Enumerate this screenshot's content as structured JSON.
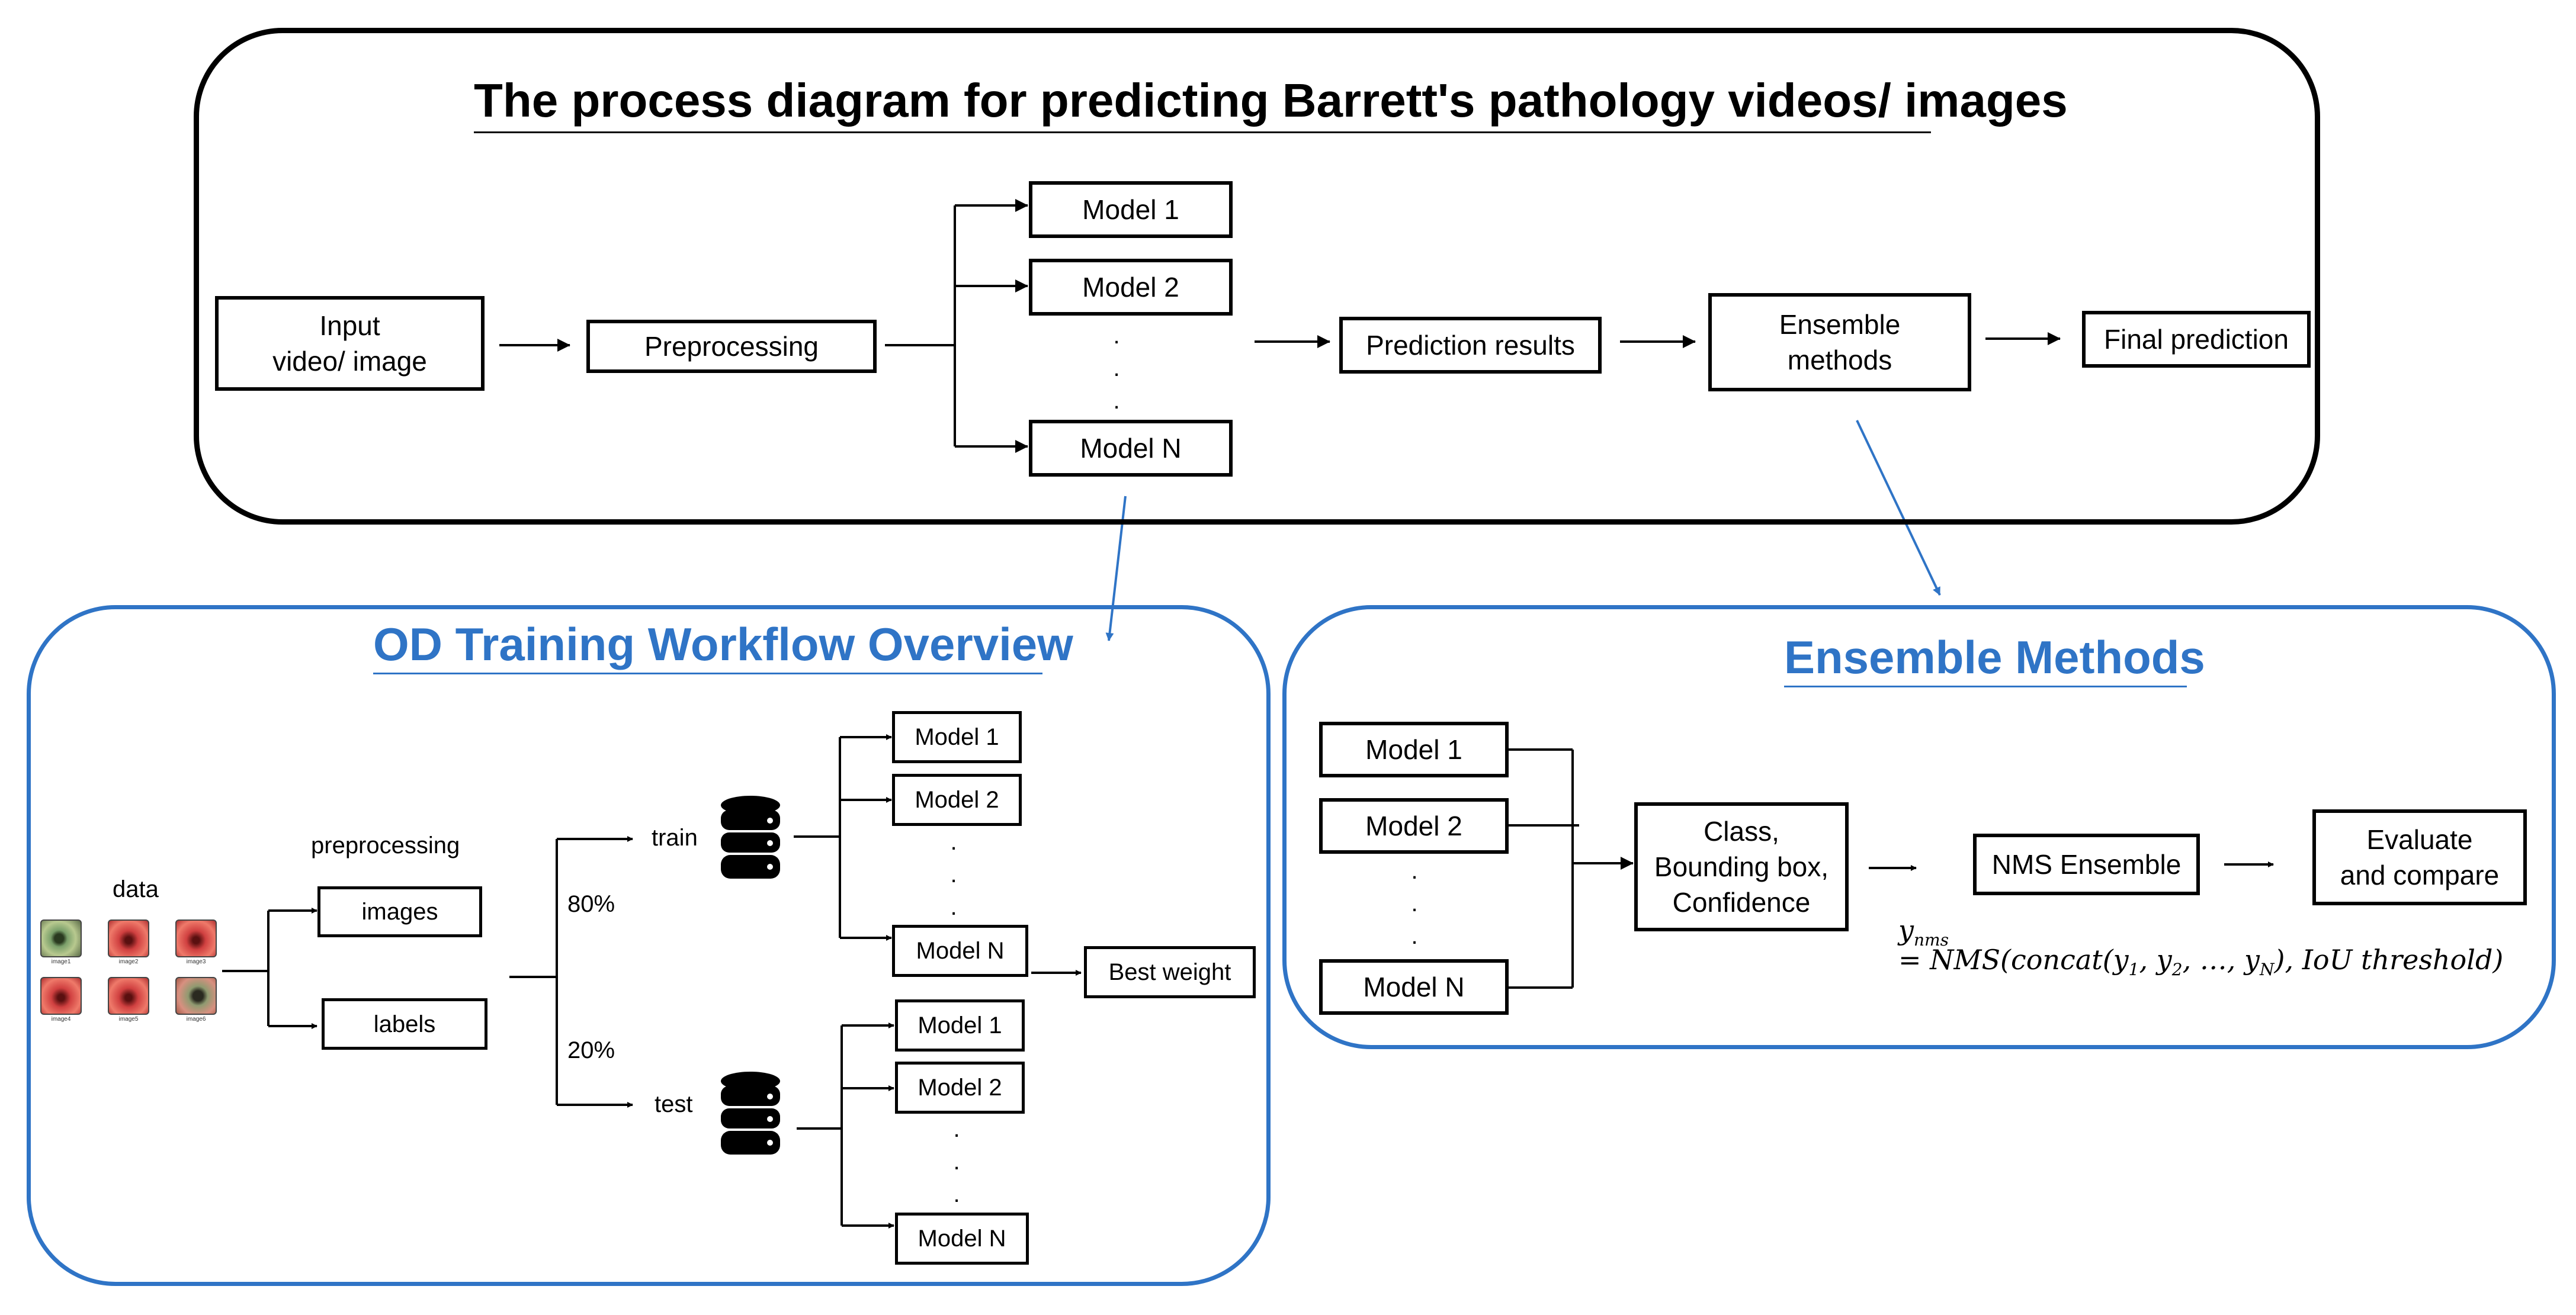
{
  "main_title": "The process diagram for predicting Barrett's pathology videos/ images",
  "pipeline": {
    "input": "Input\nvideo/ image",
    "preprocessing": "Preprocessing",
    "models": [
      "Model 1",
      "Model 2",
      "Model N"
    ],
    "dots": ".\n.\n.",
    "prediction_results": "Prediction results",
    "ensemble": "Ensemble\nmethods",
    "final": "Final prediction"
  },
  "od_training": {
    "title": "OD Training Workflow Overview",
    "data_label": "data",
    "thumb_captions": [
      "image1",
      "image2",
      "image3",
      "image4",
      "image5",
      "image6"
    ],
    "preprocessing_label": "preprocessing",
    "images": "images",
    "labels": "labels",
    "split_train_pct": "80%",
    "split_test_pct": "20%",
    "train": "train",
    "test": "test",
    "train_models": [
      "Model 1",
      "Model 2",
      "Model N"
    ],
    "test_models": [
      "Model 1",
      "Model 2",
      "Model N"
    ],
    "dots": ".\n.\n.",
    "best_weight": "Best weight"
  },
  "ensemble_methods": {
    "title": "Ensemble Methods",
    "models": [
      "Model 1",
      "Model 2",
      "Model N"
    ],
    "dots": ".\n.\n.",
    "outputs": "Class,\nBounding box,\nConfidence",
    "nms": "NMS Ensemble",
    "evaluate": "Evaluate\nand compare",
    "formula_lhs": "y",
    "formula_lhs_sub": "nms",
    "formula_rhs_pre": "= NMS(concat(y",
    "formula_rhs_mid1": ", y",
    "formula_rhs_mid2": ", …, y",
    "formula_rhs_post": "), IoU threshold)",
    "formula_subs": [
      "1",
      "2",
      "N"
    ]
  },
  "colors": {
    "accent_blue": "#2F74C6",
    "line": "#000000"
  }
}
